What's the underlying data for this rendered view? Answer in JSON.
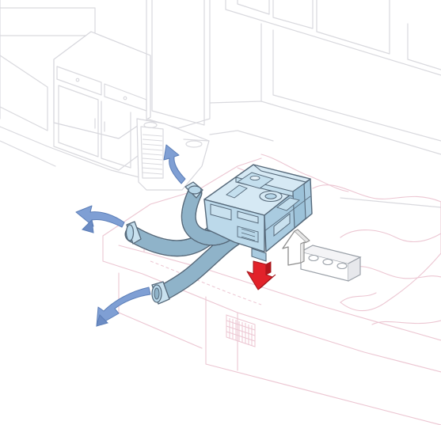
{
  "colors": {
    "background": "#ffffff",
    "furniture_line": "#d9d9de",
    "floor_line": "#ecc6d2",
    "heater_fill": "#bcd9ea",
    "heater_edge": "#5b6f80",
    "duct_fill": "#b7d6e8",
    "duct_edge": "#56697a",
    "airflow_arrow": "#7f9fd4",
    "exhaust_arrow": "#e2222a",
    "intake_arrow_outline": "#8d8d8d"
  },
  "icons": {
    "heater": "air-heater-unit",
    "airflow": "warm-air-arrow",
    "exhaust": "exhaust-arrow-down",
    "intake": "combustion-air-arrow-up"
  }
}
